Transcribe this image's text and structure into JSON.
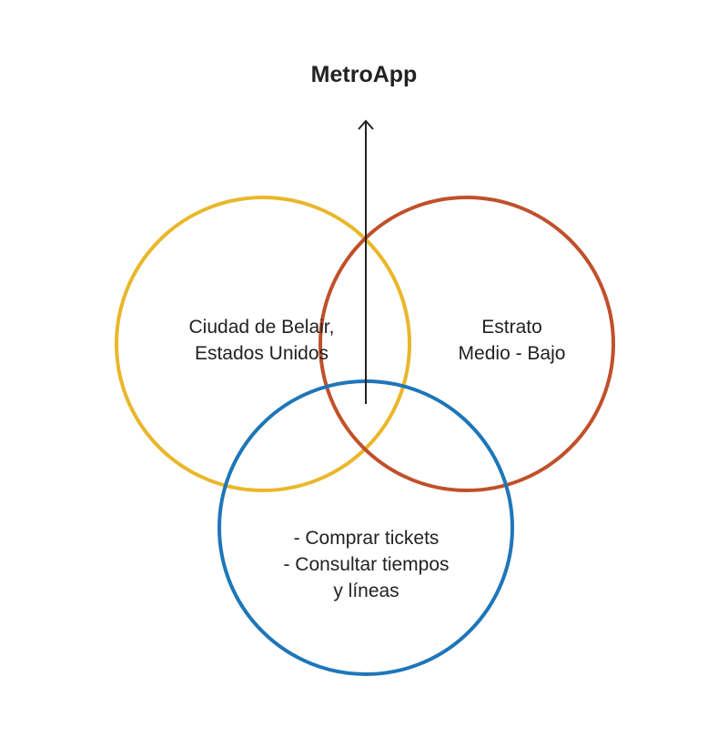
{
  "title": "MetroApp",
  "circles": [
    {
      "id": "location",
      "color": "#eab72a",
      "lines": [
        "Ciudad de Belair,",
        "Estados Unidos"
      ]
    },
    {
      "id": "stratum",
      "color": "#c0502b",
      "lines": [
        "Estrato",
        "Medio - Bajo"
      ]
    },
    {
      "id": "features",
      "color": "#1e76b8",
      "lines": [
        "- Comprar tickets",
        "- Consultar tiempos",
        "y líneas"
      ]
    }
  ],
  "arrow_color": "#222222"
}
